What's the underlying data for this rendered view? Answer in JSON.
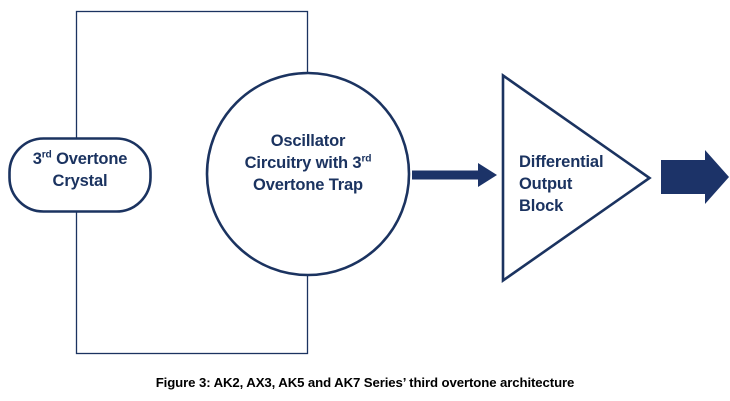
{
  "figure": {
    "caption": "Figure 3: AK2, AX3, AK5 and AK7 Series’ third overtone architecture",
    "background_color": "#ffffff",
    "stroke_color": "#1B3360",
    "arrow_fill_color": "#1C3368",
    "text_color": "#1B3360",
    "caption_color": "#000000"
  },
  "blocks": {
    "crystal": {
      "shape": "rounded-rectangle",
      "line1": "3",
      "line1_sup": "rd",
      "line1_rest": " Overtone",
      "line2": "Crystal",
      "full_text": "3rd Overtone Crystal"
    },
    "oscillator": {
      "shape": "circle",
      "line1": "Oscillator",
      "line2_pre": "Circuitry with 3",
      "line2_sup": "rd",
      "line3": "Overtone Trap",
      "full_text": "Oscillator Circuitry with 3rd Overtone Trap"
    },
    "output_block": {
      "shape": "triangle",
      "line1": "Differential",
      "line2": "Output",
      "line3": "Block",
      "full_text": "Differential Output Block"
    },
    "enclosure": {
      "shape": "rectangle",
      "label": ""
    }
  },
  "connectors": {
    "oscillator_to_output": "arrow-right",
    "output_to_external": "arrow-right-block"
  }
}
